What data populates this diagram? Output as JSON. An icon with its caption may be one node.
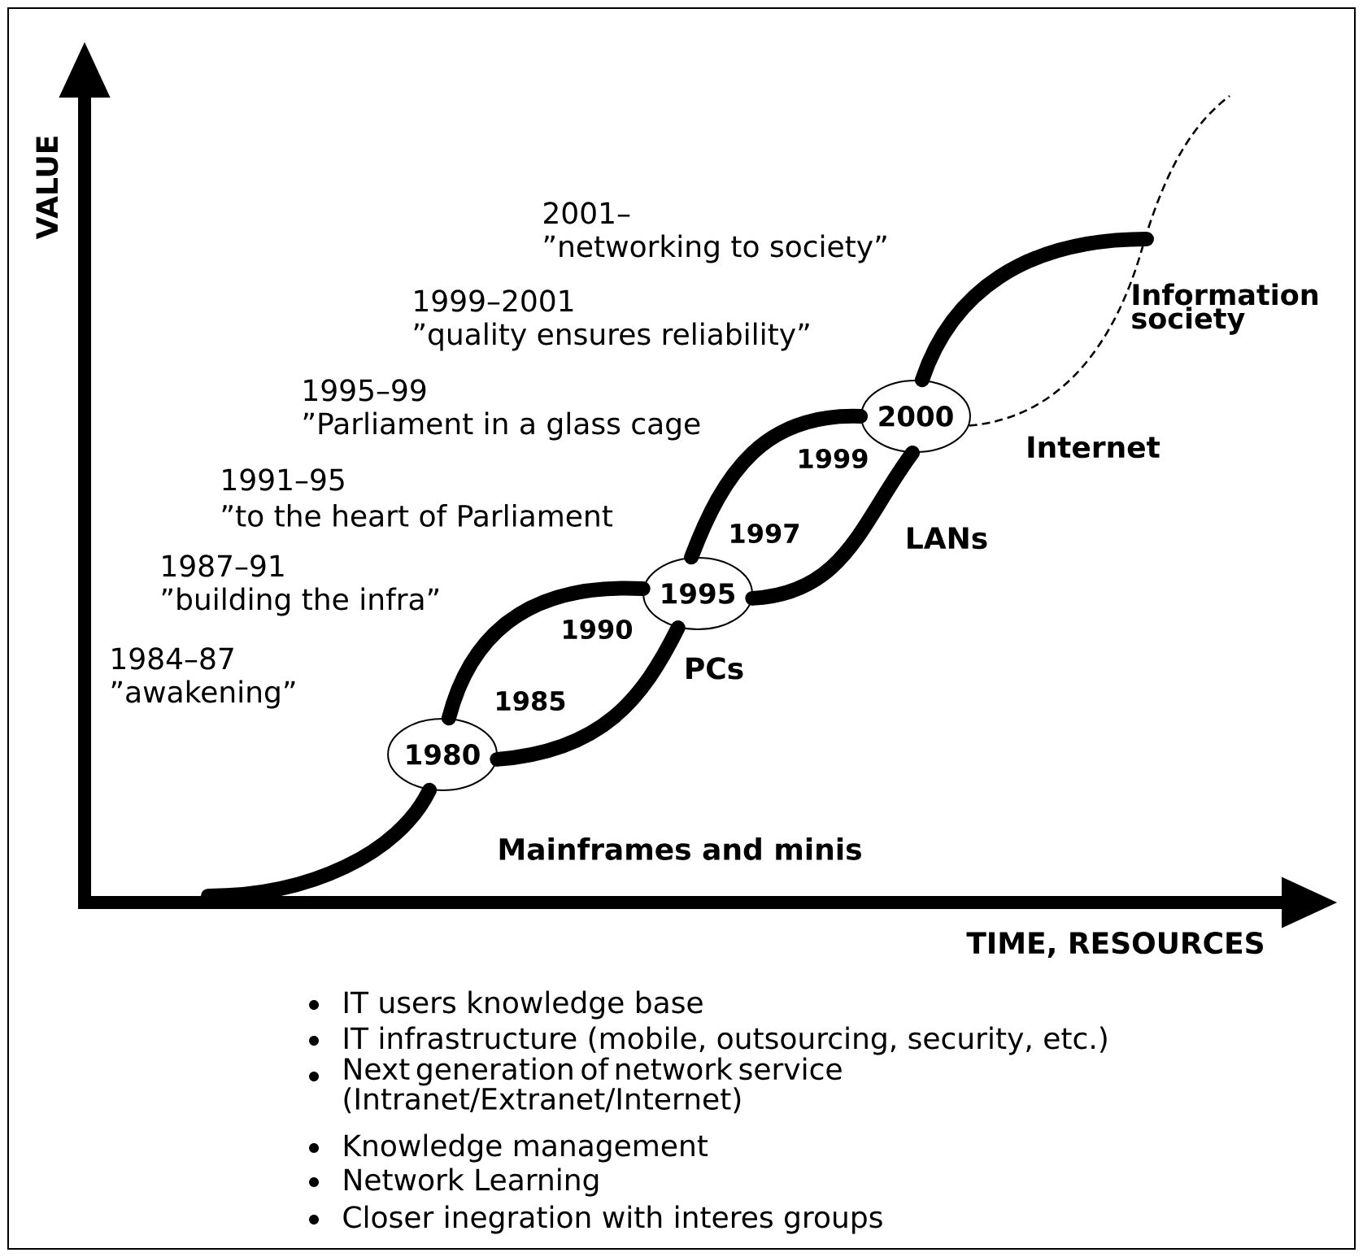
{
  "diagram": {
    "nodes": [
      {
        "text": [
          "1980"
        ]
      },
      {
        "text": [
          "1995"
        ]
      },
      {
        "text": [
          "2000"
        ]
      }
    ],
    "edges": [
      {
        "from": null,
        "to": 0,
        "arrow": "none"
      },
      {
        "from": 0,
        "to": 1,
        "arrow": "none"
      },
      {
        "from": 0,
        "to": 1,
        "arrow": "none"
      },
      {
        "from": 1,
        "to": 2,
        "arrow": "none"
      },
      {
        "from": 1,
        "to": 2,
        "arrow": "none"
      },
      {
        "from": 2,
        "to": null,
        "arrow": "none"
      },
      {
        "from": 2,
        "to": null,
        "arrow": "none",
        "style": "dashed"
      }
    ],
    "labels": [
      "VALUE",
      "2001–",
      "”networking to society”",
      "1999–2001",
      "”quality ensures reliability”",
      "Information society",
      "1995–99",
      "”Parliament in a glass cage",
      "Internet",
      "1999",
      "1991–95",
      "”to the heart of Parliament",
      "1997",
      "LANs",
      "1987–91",
      "”building the infra”",
      "1990",
      "1984–87",
      "”awakening”",
      "PCs",
      "1985",
      "Mainframes and minis",
      "TIME, RESOURCES",
      "IT users knowledge base",
      "IT infrastructure (mobile, outsourcing, security, etc.)",
      "Next generation of network service (Intranet/Extranet/Internet)",
      "Knowledge management",
      "Network Learning",
      "Closer inegration with interes groups"
    ]
  }
}
